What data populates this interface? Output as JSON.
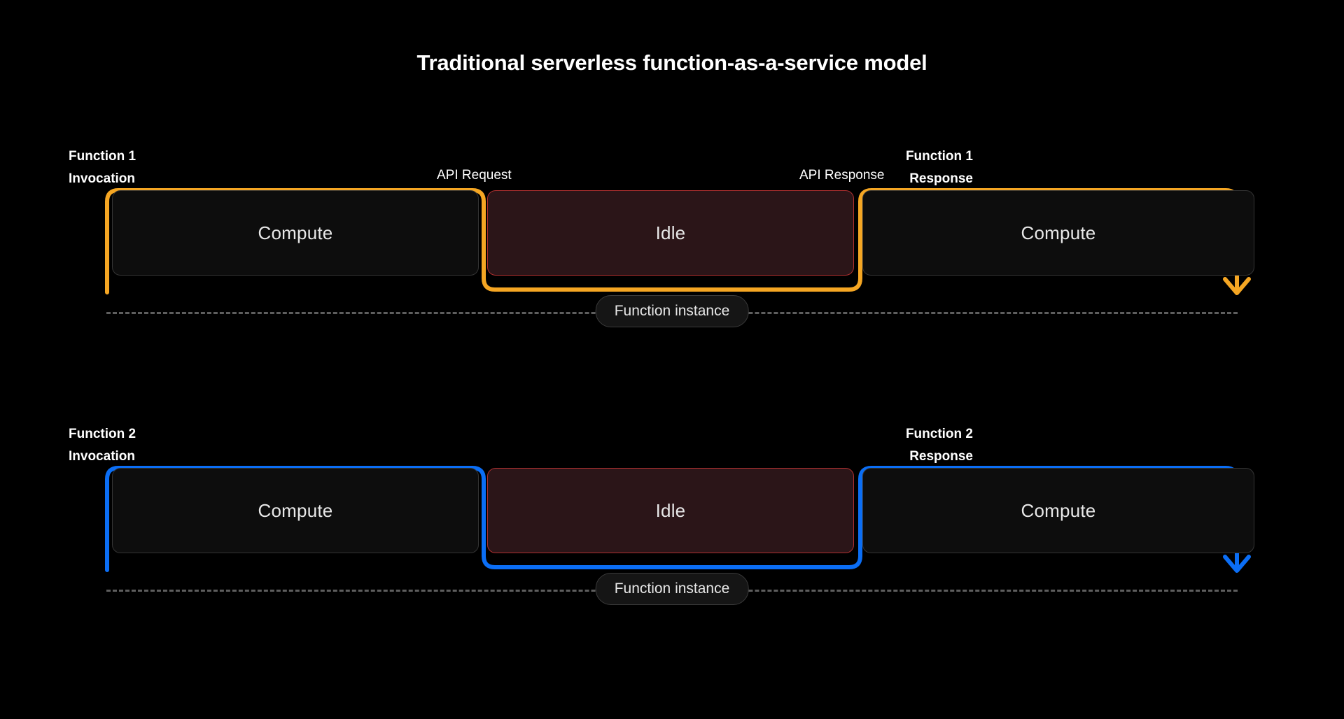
{
  "title": "Traditional serverless function-as-a-service model",
  "colors": {
    "background": "#000000",
    "function1_accent": "#f5a623",
    "function2_accent": "#0b6ef5",
    "idle_fill": "#2b1518",
    "idle_border": "#b03030",
    "compute_fill": "#0d0d0d",
    "compute_border": "#343434",
    "dashed_line": "#5e5e5e",
    "text": "#ffffff"
  },
  "rows": [
    {
      "id": "function-1",
      "accent": "#f5a623",
      "left_label": "Function 1\nInvocation",
      "right_label": "Function 1\nResponse",
      "mid_label_left": "API Request",
      "mid_label_right": "API Response",
      "stages": [
        {
          "label": "Compute",
          "kind": "compute"
        },
        {
          "label": "Idle",
          "kind": "idle"
        },
        {
          "label": "Compute",
          "kind": "compute"
        }
      ],
      "instance_label": "Function instance"
    },
    {
      "id": "function-2",
      "accent": "#0b6ef5",
      "left_label": "Function 2\nInvocation",
      "right_label": "Function 2\nResponse",
      "mid_label_left": "",
      "mid_label_right": "",
      "stages": [
        {
          "label": "Compute",
          "kind": "compute"
        },
        {
          "label": "Idle",
          "kind": "idle"
        },
        {
          "label": "Compute",
          "kind": "compute"
        }
      ],
      "instance_label": "Function instance"
    }
  ]
}
